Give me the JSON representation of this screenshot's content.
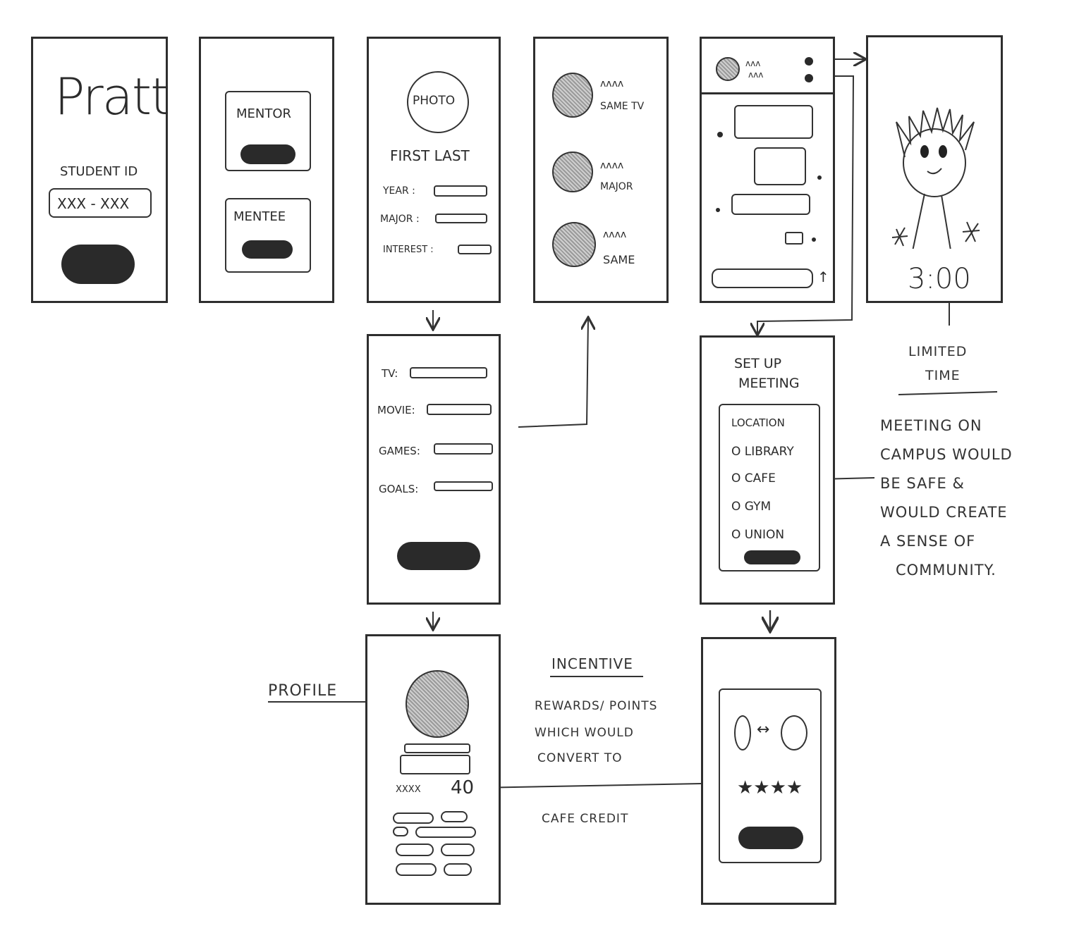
{
  "login": {
    "logo": "Pratt",
    "label": "STUDENT ID",
    "input_value": "XXX - XXX"
  },
  "role": {
    "mentor": "MENTOR",
    "mentee": "MENTEE"
  },
  "profile_setup": {
    "photo": "PHOTO",
    "name": "FIRST LAST",
    "year": "YEAR :",
    "major": "MAJOR :",
    "interest": "INTEREST :"
  },
  "interests": {
    "tv": "TV:",
    "movie": "MOVIE:",
    "games": "GAMES:",
    "goals": "GOALS:"
  },
  "matches": [
    {
      "squiggle": "ʌʌʌʌ",
      "label": "SAME TV"
    },
    {
      "squiggle": "ʌʌʌʌ",
      "label": "MAJOR"
    },
    {
      "squiggle": "ʌʌʌʌ",
      "label": "SAME"
    }
  ],
  "chat": {
    "squiggle1": "ʌʌʌ",
    "squiggle2": "ʌʌʌ"
  },
  "timer": {
    "time": "3:00"
  },
  "note_limited": {
    "line1": "LIMITED",
    "line2": "TIME"
  },
  "meeting": {
    "title1": "SET UP",
    "title2": "MEETING",
    "location": "LOCATION",
    "options": [
      "O LIBRARY",
      "O CAFE",
      "O GYM",
      "O UNION"
    ]
  },
  "note_campus": [
    "MEETING ON",
    "CAMPUS WOULD",
    "BE SAFE &",
    "WOULD CREATE",
    "A SENSE OF",
    "COMMUNITY."
  ],
  "profile": {
    "label": "PROFILE",
    "points_label": "XXXX",
    "points": "40"
  },
  "incentive": {
    "title": "INCENTIVE",
    "lines": [
      "REWARDS/ POINTS",
      "WHICH WOULD",
      "CONVERT TO"
    ],
    "footer": "CAFE CREDIT"
  },
  "rating": {
    "arrow": "↔",
    "stars": "★★★★"
  }
}
